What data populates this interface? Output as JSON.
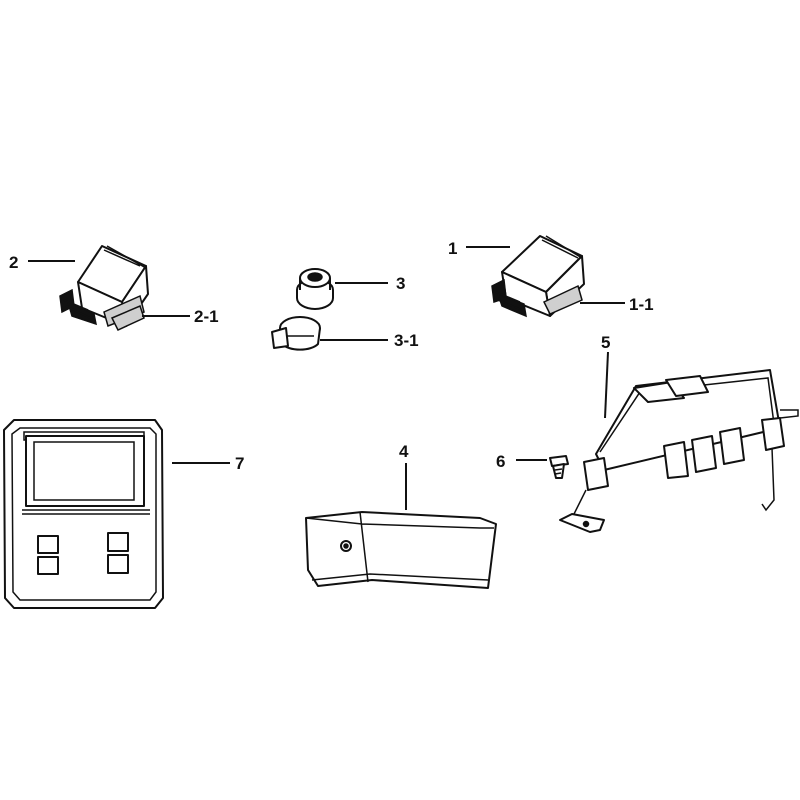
{
  "labels": {
    "p1": "1",
    "p1_1": "1-1",
    "p2": "2",
    "p2_1": "2-1",
    "p3": "3",
    "p3_1": "3-1",
    "p4": "4",
    "p5": "5",
    "p6": "6",
    "p7": "7"
  }
}
